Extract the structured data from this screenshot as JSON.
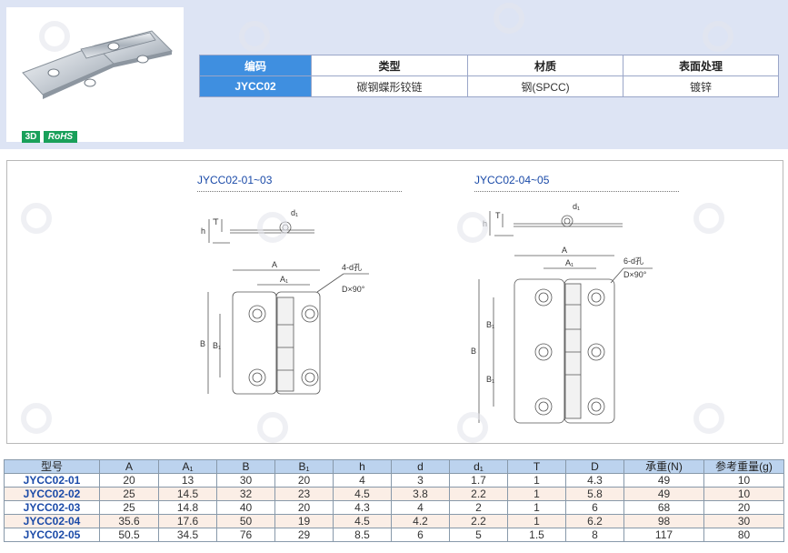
{
  "badges": {
    "three_d": "3D",
    "rohs": "RoHS"
  },
  "spec_table": {
    "headers": [
      "编码",
      "类型",
      "材质",
      "表面处理"
    ],
    "row": [
      "JYCC02",
      "碳钢蝶形铰链",
      "钢(SPCC)",
      "镀锌"
    ]
  },
  "drawings": [
    {
      "title": "JYCC02-01~03",
      "hole_note_1": "4-d孔",
      "hole_note_2": "D×90°"
    },
    {
      "title": "JYCC02-04~05",
      "hole_note_1": "6-d孔",
      "hole_note_2": "D×90°"
    }
  ],
  "dim_labels": {
    "A": "A",
    "A1": "A₁",
    "B": "B",
    "B1": "B₁",
    "h": "h",
    "T": "T",
    "d1": "d₁"
  },
  "data_table": {
    "headers": [
      "型号",
      "A",
      "A₁",
      "B",
      "B₁",
      "h",
      "d",
      "d₁",
      "T",
      "D",
      "承重(N)",
      "参考重量(g)"
    ],
    "rows": [
      [
        "JYCC02-01",
        "20",
        "13",
        "30",
        "20",
        "4",
        "3",
        "1.7",
        "1",
        "4.3",
        "49",
        "10"
      ],
      [
        "JYCC02-02",
        "25",
        "14.5",
        "32",
        "23",
        "4.5",
        "3.8",
        "2.2",
        "1",
        "5.8",
        "49",
        "10"
      ],
      [
        "JYCC02-03",
        "25",
        "14.8",
        "40",
        "20",
        "4.3",
        "4",
        "2",
        "1",
        "6",
        "68",
        "20"
      ],
      [
        "JYCC02-04",
        "35.6",
        "17.6",
        "50",
        "19",
        "4.5",
        "4.2",
        "2.2",
        "1",
        "6.2",
        "98",
        "30"
      ],
      [
        "JYCC02-05",
        "50.5",
        "34.5",
        "76",
        "29",
        "8.5",
        "6",
        "5",
        "1.5",
        "8",
        "117",
        "80"
      ]
    ]
  }
}
